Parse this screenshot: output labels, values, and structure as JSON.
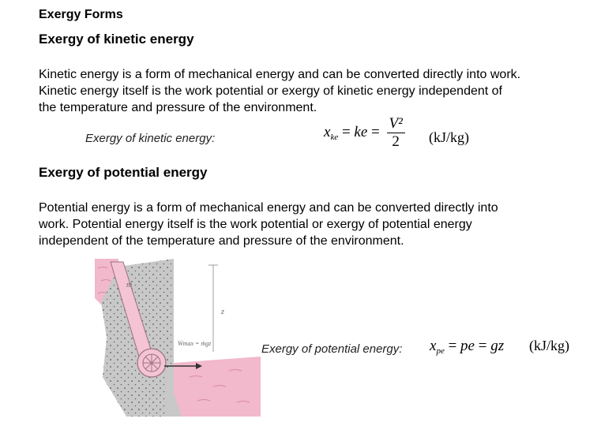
{
  "title": "Exergy Forms",
  "kinetic": {
    "heading": "Exergy of kinetic energy",
    "lines": [
      "Kinetic energy is a form of mechanical energy and can be converted directly into work.",
      "Kinetic energy itself is the work potential or exergy of kinetic energy independent of",
      "the temperature and pressure of the environment."
    ],
    "caption": "Exergy of kinetic energy:",
    "formula": {
      "lhs_var": "x",
      "lhs_sub": "ke",
      "mid": "ke",
      "numerator": "V²",
      "denominator": "2",
      "unit": "(kJ/kg)"
    }
  },
  "potential": {
    "heading": "Exergy of potential energy",
    "lines": [
      "Potential energy is a form of mechanical energy and can be converted directly into",
      "work.  Potential energy itself is the work potential or exergy of potential energy",
      "independent of the temperature and pressure of the environment."
    ],
    "caption": "Exergy of potential energy:",
    "formula": {
      "lhs_var": "x",
      "lhs_sub": "pe",
      "mid": "pe",
      "rhs": "gz",
      "unit": "(kJ/kg)"
    },
    "figure": {
      "label_m": "ṁ",
      "label_z": "z",
      "label_w": "Ẇmax = ṁgz"
    }
  },
  "colors": {
    "rock": "#c8c8c8",
    "water": "#f2b8cc",
    "water_dark": "#d98aa8",
    "pipe": "#f4c4d4"
  }
}
